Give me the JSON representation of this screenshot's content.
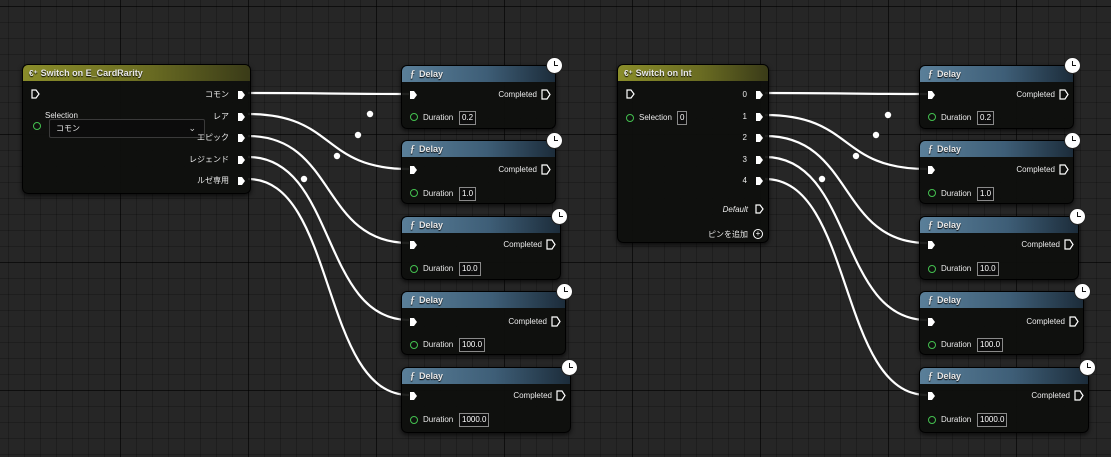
{
  "switch_rarity": {
    "title": "Switch on E_CardRarity",
    "selection_label": "Selection",
    "selection_value": "コモン",
    "outputs": [
      "コモン",
      "レア",
      "エピック",
      "レジェンド",
      "ルゼ専用"
    ]
  },
  "switch_int": {
    "title": "Switch on Int",
    "selection_label": "Selection",
    "selection_value": "0",
    "outputs": [
      "0",
      "1",
      "2",
      "3",
      "4"
    ],
    "default_label": "Default",
    "add_pin_label": "ピンを追加"
  },
  "delay_nodes": [
    {
      "title": "Delay",
      "completed_label": "Completed",
      "duration_label": "Duration",
      "duration": "0.2"
    },
    {
      "title": "Delay",
      "completed_label": "Completed",
      "duration_label": "Duration",
      "duration": "1.0"
    },
    {
      "title": "Delay",
      "completed_label": "Completed",
      "duration_label": "Duration",
      "duration": "10.0"
    },
    {
      "title": "Delay",
      "completed_label": "Completed",
      "duration_label": "Duration",
      "duration": "100.0"
    },
    {
      "title": "Delay",
      "completed_label": "Completed",
      "duration_label": "Duration",
      "duration": "1000.0"
    }
  ],
  "icons": {
    "event_icon": "event-enum-icon",
    "function_icon": "function-icon",
    "latent_icon": "clock-icon",
    "exec_pin": "exec-pin-icon",
    "data_pin": "data-pin-icon",
    "add_icon": "plus-circle-icon"
  },
  "colors": {
    "switch_header": "#8a8d2a",
    "delay_header": "#5a7f99",
    "pin_green": "#43c04f",
    "wire": "#ffffff"
  }
}
